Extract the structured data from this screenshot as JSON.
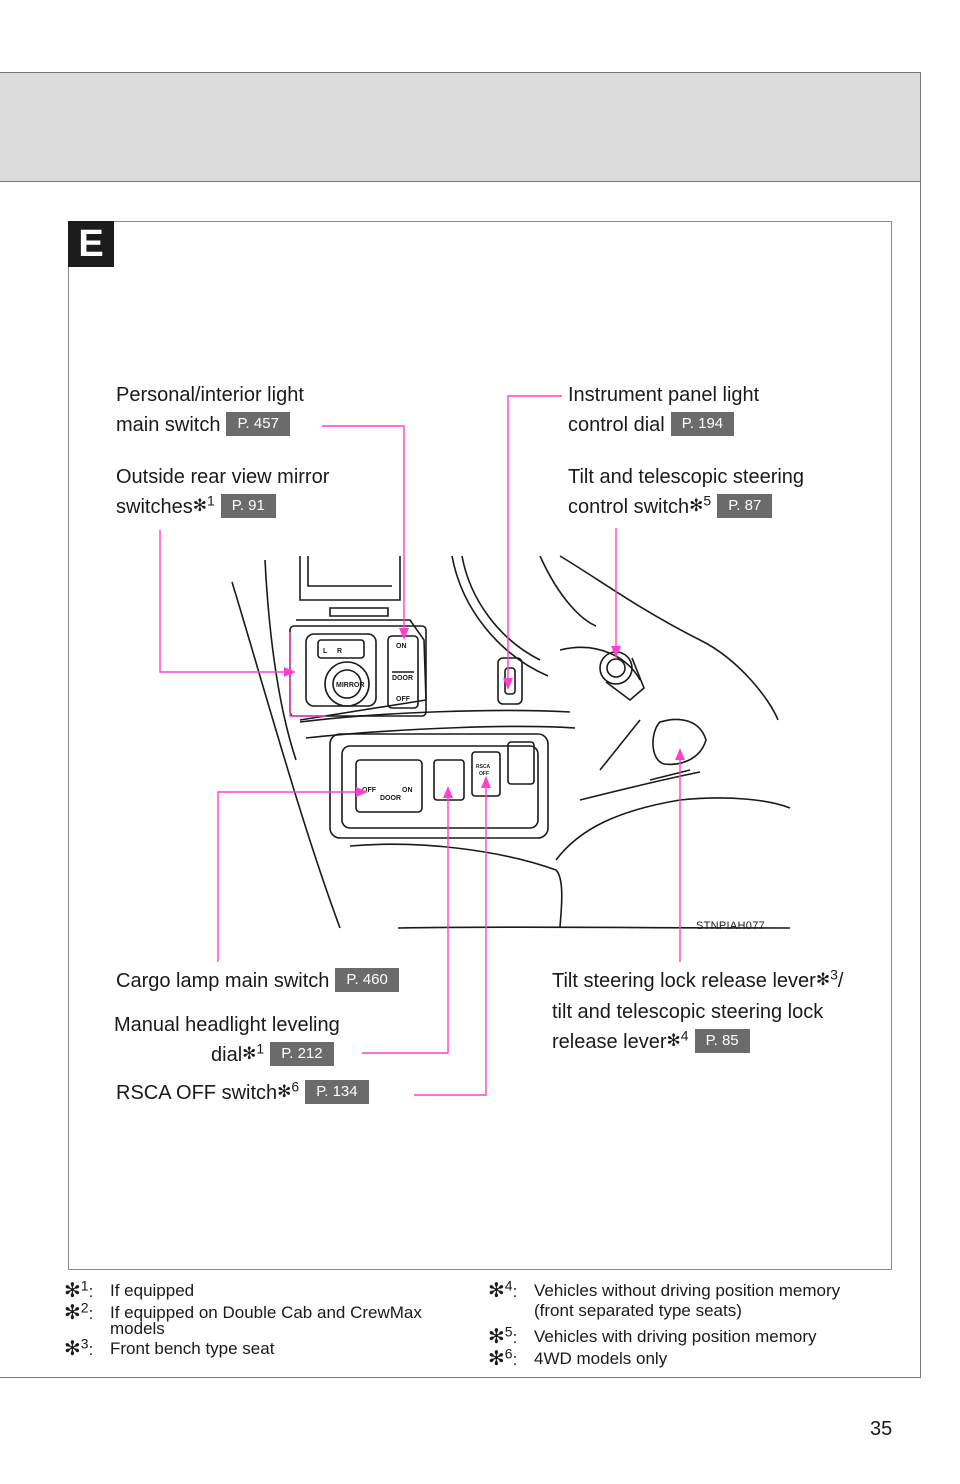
{
  "section": {
    "letter": "E"
  },
  "callouts": {
    "personal_light": {
      "line1": "Personal/interior light",
      "line2": "main switch",
      "ref": "P. 457"
    },
    "mirror": {
      "line1": "Outside rear view mirror",
      "line2": "switches",
      "note": "1",
      "ref": "P. 91"
    },
    "instrument_light": {
      "line1": "Instrument panel light",
      "line2": "control dial",
      "ref": "P. 194"
    },
    "tilt_switch": {
      "line1": "Tilt and telescopic steering",
      "line2": "control switch",
      "note": "5",
      "ref": "P. 87"
    },
    "cargo_lamp": {
      "line1": "Cargo lamp main switch",
      "ref": "P. 460"
    },
    "headlight_leveling": {
      "line1": "Manual headlight leveling",
      "line2": "dial",
      "note": "1",
      "ref": "P. 212"
    },
    "rsca": {
      "line1": "RSCA OFF switch",
      "note": "6",
      "ref": "P. 134"
    },
    "tilt_lever": {
      "line1": "Tilt steering lock release lever",
      "note": "3",
      "line2": "tilt and telescopic steering lock",
      "line3": "release lever",
      "note2": "4",
      "ref": "P. 85"
    }
  },
  "switch_labels": {
    "mirror_l": "L",
    "mirror_r": "R",
    "mirror": "MIRROR",
    "dome_on": "ON",
    "dome_door": "DOOR",
    "dome_off": "OFF",
    "cargo_off": "OFF",
    "cargo_door": "DOOR",
    "cargo_on": "ON",
    "rsca": "RSCA",
    "rsca_off": "OFF"
  },
  "figure_code": "STNPIAH077",
  "footnotes": {
    "left": [
      {
        "num": "1",
        "text": "If equipped"
      },
      {
        "num": "2",
        "text": "If equipped on Double Cab and CrewMax",
        "cont": "models"
      },
      {
        "num": "3",
        "text": "Front bench type seat"
      }
    ],
    "right": [
      {
        "num": "4",
        "text": "Vehicles without driving position memory",
        "cont": "(front separated type seats)"
      },
      {
        "num": "5",
        "text": "Vehicles with driving position memory"
      },
      {
        "num": "6",
        "text": "4WD models only"
      }
    ]
  },
  "page_number": "35",
  "colors": {
    "leader_line": "#ff3fd0",
    "page_ref_bg": "#6b6b6b",
    "header_band": "#dcdcdc",
    "badge": "#1c1c1c"
  },
  "icons": {
    "footnote_marker": "asterisk-icon"
  }
}
